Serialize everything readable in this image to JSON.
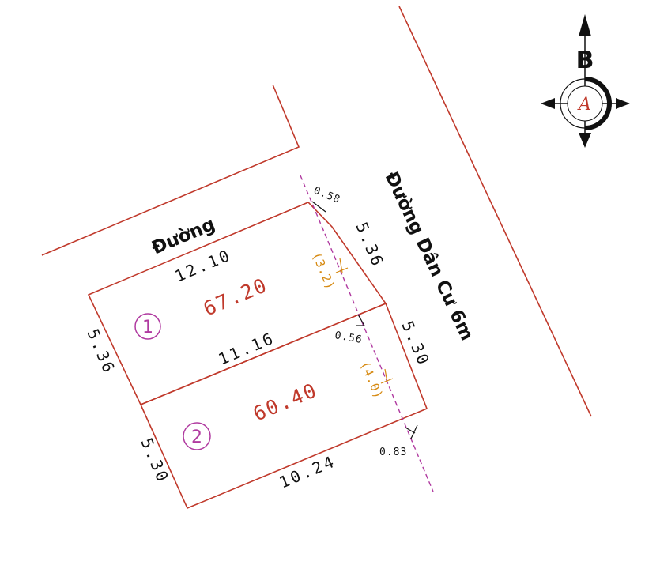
{
  "roads": {
    "top_road": "Đường",
    "side_road": "Đường Dân Cư 6m"
  },
  "compass": {
    "north_label": "B",
    "center_mark": "A"
  },
  "lots": [
    {
      "number": "1",
      "area": "67.20"
    },
    {
      "number": "2",
      "area": "60.40"
    }
  ],
  "dimensions": {
    "top_edge": "12.10",
    "middle_edge": "11.16",
    "bottom_edge": "10.24",
    "lot1_left": "5.36",
    "lot2_left": "5.30",
    "lot1_right": "5.36",
    "lot2_right": "5.30",
    "corner_top": "0.58",
    "corner_mid": "0.56",
    "corner_bottom": "0.83"
  },
  "setbacks": {
    "lot1": "(3.2)",
    "lot2": "(4.0)"
  },
  "colors": {
    "boundary": "#c0392b",
    "setback_line": "#b03aa0",
    "area_text": "#c0392b",
    "lot_circle": "#b03aa0",
    "setback_text": "#d68910"
  }
}
